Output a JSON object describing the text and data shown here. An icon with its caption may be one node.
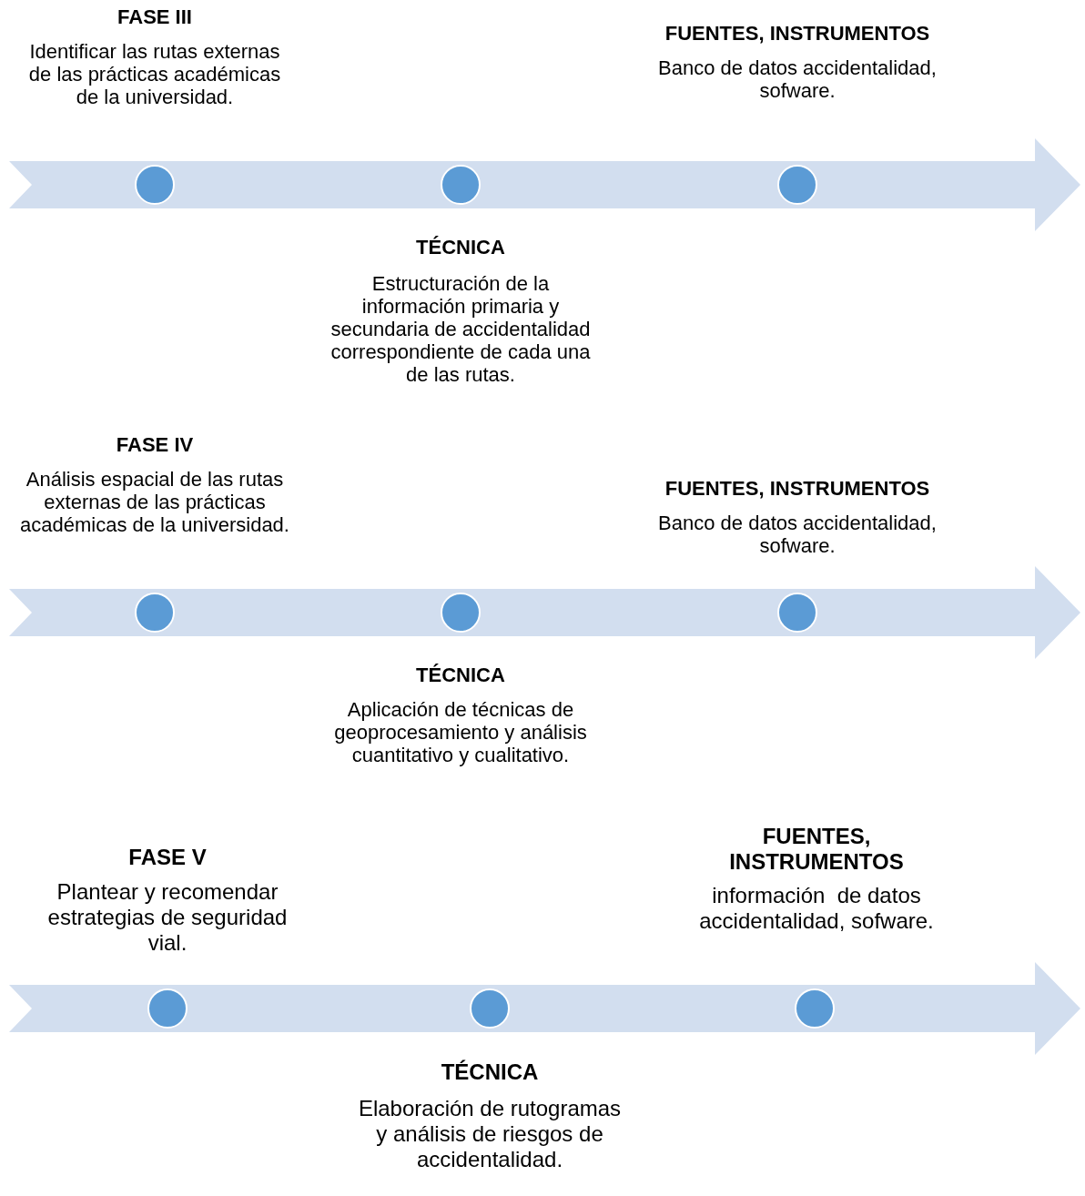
{
  "diagram": {
    "nodes": [
      {
        "text": [],
        "shape": "circle"
      },
      {
        "text": [],
        "shape": "circle"
      },
      {
        "text": [],
        "shape": "circle"
      },
      {
        "text": [],
        "shape": "circle"
      },
      {
        "text": [],
        "shape": "circle"
      },
      {
        "text": [],
        "shape": "circle"
      },
      {
        "text": [],
        "shape": "circle"
      },
      {
        "text": [],
        "shape": "circle"
      },
      {
        "text": [],
        "shape": "circle"
      }
    ],
    "edges": [],
    "labels": [
      "FASE III",
      "Identificar las rutas externas de las prácticas académicas de la universidad.",
      "FUENTES, INSTRUMENTOS",
      "Banco de datos accidentalidad, sofware.",
      "TÉCNICA",
      "Estructuración de la información primaria y secundaria de accidentalidad correspondiente de cada una de las rutas.",
      "FASE IV",
      "Análisis espacial de las rutas externas de las prácticas académicas de la universidad.",
      "FUENTES, INSTRUMENTOS",
      "Banco de datos accidentalidad, sofware.",
      "TÉCNICA",
      "Aplicación de técnicas de geoprocesamiento y análisis cuantitativo y cualitativo.",
      "FASE V",
      "Plantear y recomendar estrategias de seguridad vial.",
      "FUENTES, INSTRUMENTOS",
      "información  de datos accidentalidad, sofware.",
      "TÉCNICA",
      "Elaboración de rutogramas y análisis de riesgos de accidentalidad."
    ]
  }
}
